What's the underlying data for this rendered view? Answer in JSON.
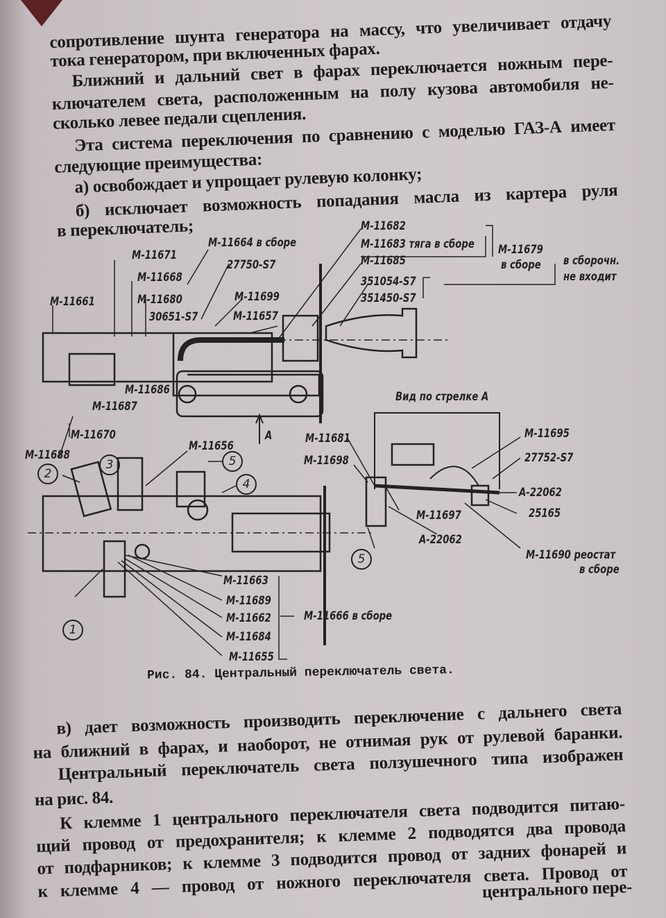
{
  "top_text": [
    "сопротивление шунта генератора на массу, что увеличивает отдачу",
    "тока генератором, при включенных фарах.",
    "Ближний и дальний свет в фарах переключается ножным пере-",
    "ключателем света, расположенным на полу кузова автомобиля не-",
    "сколько левее педали сцепления.",
    "Эта система переключения по сравнению с моделью ГАЗ-А имеет",
    "следующие преимущества:",
    "а) освобождает и упрощает рулевую колонку;",
    "б) исключает возможность попадания масла из картера руля",
    "в переключатель;"
  ],
  "figure": {
    "labels": [
      "M-11664 в сборе",
      "M-11671",
      "M-11668",
      "M-11680",
      "M-11661",
      "30651-S7",
      "27750-S7",
      "M-11699",
      "M-11657",
      "M-11682",
      "M-11683 тяга в сборе",
      "M-11685",
      "M-11679",
      "в сборе",
      "в сборочн.",
      "не входит",
      "351054-S7",
      "351450-S7",
      "M-11686",
      "M-11687",
      "M-11670",
      "M-11688",
      "M-11656",
      "A",
      "Вид по стрелке A",
      "M-11681",
      "M-11698",
      "M-11695",
      "27752-S7",
      "A-22062",
      "25165",
      "M-11697",
      "A-22062",
      "M-11690 реостат",
      "в сборе",
      "M-11663",
      "M-11689",
      "M-11662",
      "M-11684",
      "M-11655",
      "M-11666 в сборе"
    ],
    "terminals": [
      "1",
      "2",
      "3",
      "4",
      "5",
      "5"
    ],
    "caption": "Рис. 84. Центральный переключатель света."
  },
  "bottom_text": [
    "в) дает возможность производить переключение с дальнего света",
    "на ближний в фарах, и наоборот, не отнимая рук от рулевой баранки.",
    "Центральный переключатель света ползушечного типа изображен",
    "на рис. 84.",
    "К клемме 1 центрального переключателя света подводится питаю-",
    "щий провод от предохранителя; к клемме 2 подводятся два провода",
    "от подфарников; к клемме 3 подводится провод от задних фонарей и",
    "к клемме 4 — провод от ножного переключателя света. Провод от",
    "центрального пере-"
  ]
}
